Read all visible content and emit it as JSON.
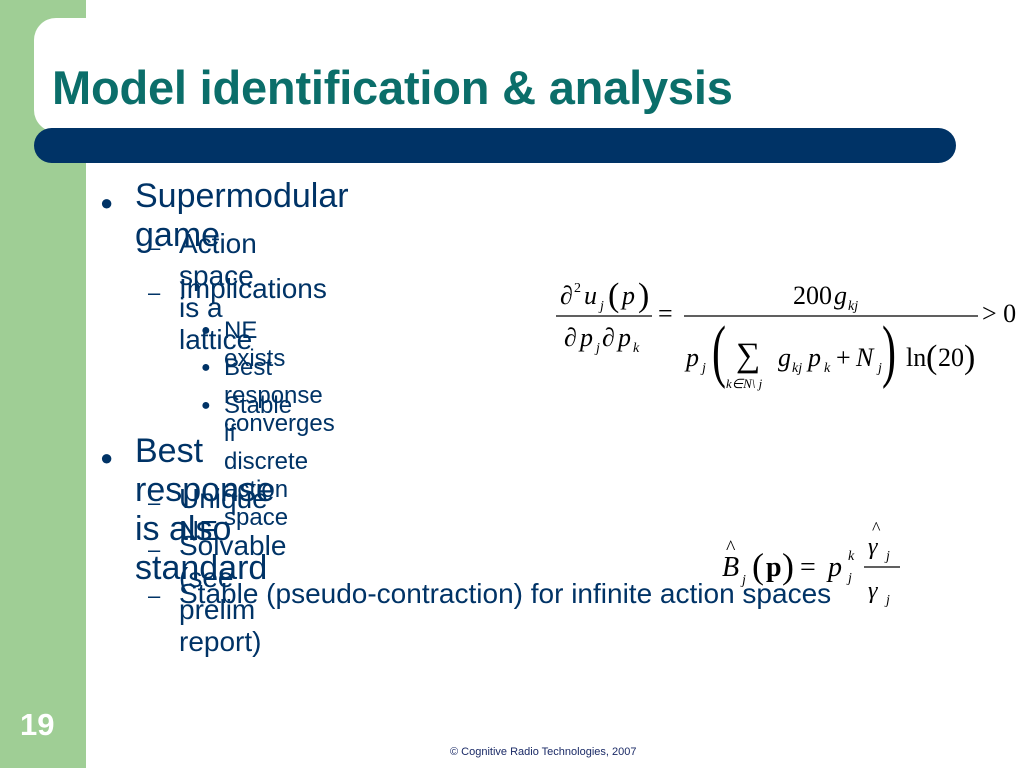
{
  "slide": {
    "title": "Model identification & analysis",
    "number": "19",
    "footer": "© Cognitive Radio Technologies, 2007"
  },
  "bullets": [
    {
      "text": "Supermodular game",
      "subs": [
        {
          "text": "Action space is a lattice"
        },
        {
          "text": "Implications",
          "subs": [
            "NE exists",
            "Best response converges",
            "Stable if discrete action space"
          ]
        }
      ]
    },
    {
      "text": "Best response is also standard",
      "subs": [
        {
          "text": "Unique NE"
        },
        {
          "text": "Solvable (see prelim report)"
        },
        {
          "text": "Stable (pseudo-contraction) for infinite action spaces"
        }
      ]
    }
  ],
  "equations": {
    "supermodularity": {
      "numerator_left": "∂²u_j(p)",
      "denominator_left": "∂p_j∂p_k",
      "numerator_right": "200g_kj",
      "denominator_right": "p_j (Σ_{k∈N\\j} g_kj p_k + N_j) ln(20)",
      "relation": "> 0"
    },
    "best_response": {
      "lhs": "B̂_j(p)",
      "rhs": "p_j^k γ̂_j / γ_j"
    }
  }
}
